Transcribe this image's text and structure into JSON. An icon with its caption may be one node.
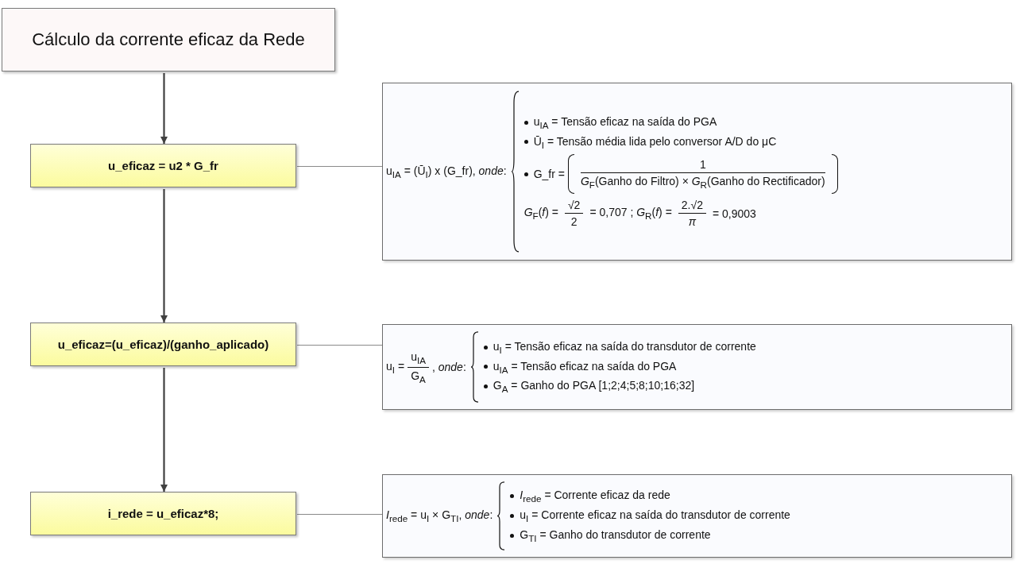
{
  "diagram": {
    "nodes": [
      {
        "text": [
          "Cálculo da corrente eficaz da Rede"
        ]
      },
      {
        "text": [
          "u_eficaz = u2 * G_fr"
        ]
      },
      {
        "text": [
          "u_eficaz=(u_eficaz)/(ganho_aplicado)"
        ]
      },
      {
        "text": [
          "i_rede = u_eficaz*8;"
        ]
      },
      {
        "text": [
          "u$_{IA}$ = (Ū$_{I}$) x (G_fr), *onde*:",
          "u$_{IA}$ = Tensão eficaz na saída do PGA",
          "Ū$_{I}$ = Tensão média lida pelo conversor A/D do μC",
          "G_fr =",
          "1",
          "*G*$_{F}$(Ganho do Filtro) × *G*$_{R}$(Ganho do Rectificador)",
          "*G*$_{F}$(*f*) =",
          "√2",
          "2",
          "= 0,707 ; *G*$_{R}$(*f*) =",
          "2.√2",
          "*π*",
          "= 0,9003"
        ]
      },
      {
        "text": [
          "u$_{I}$ =",
          "u$_{IA}$",
          "G$_{A}$",
          ", *onde*:",
          "u$_{I}$ = Tensão eficaz na saída do transdutor de corrente",
          "u$_{IA}$ = Tensão eficaz na saída do PGA",
          "G$_{A}$ = Ganho do PGA [1;2;4;5;8;10;16;32]"
        ]
      },
      {
        "text": [
          "*I*$_{rede}$ = u$_{I}$ × G$_{TI}$, *onde*:",
          "*I*$_{rede}$ = Corrente eficaz da rede",
          "u$_{I}$ = Corrente eficaz na saída do transdutor de corrente",
          "G$_{TI}$ = Ganho do transdutor de corrente"
        ]
      }
    ],
    "edges": [
      {
        "from": 0,
        "to": 1,
        "arrow": "to"
      },
      {
        "from": 1,
        "to": 2,
        "arrow": "to"
      },
      {
        "from": 2,
        "to": 3,
        "arrow": "to"
      },
      {
        "from": 1,
        "to": 4,
        "arrow": "none"
      },
      {
        "from": 2,
        "to": 5,
        "arrow": "none"
      },
      {
        "from": 3,
        "to": 6,
        "arrow": "none"
      }
    ]
  }
}
